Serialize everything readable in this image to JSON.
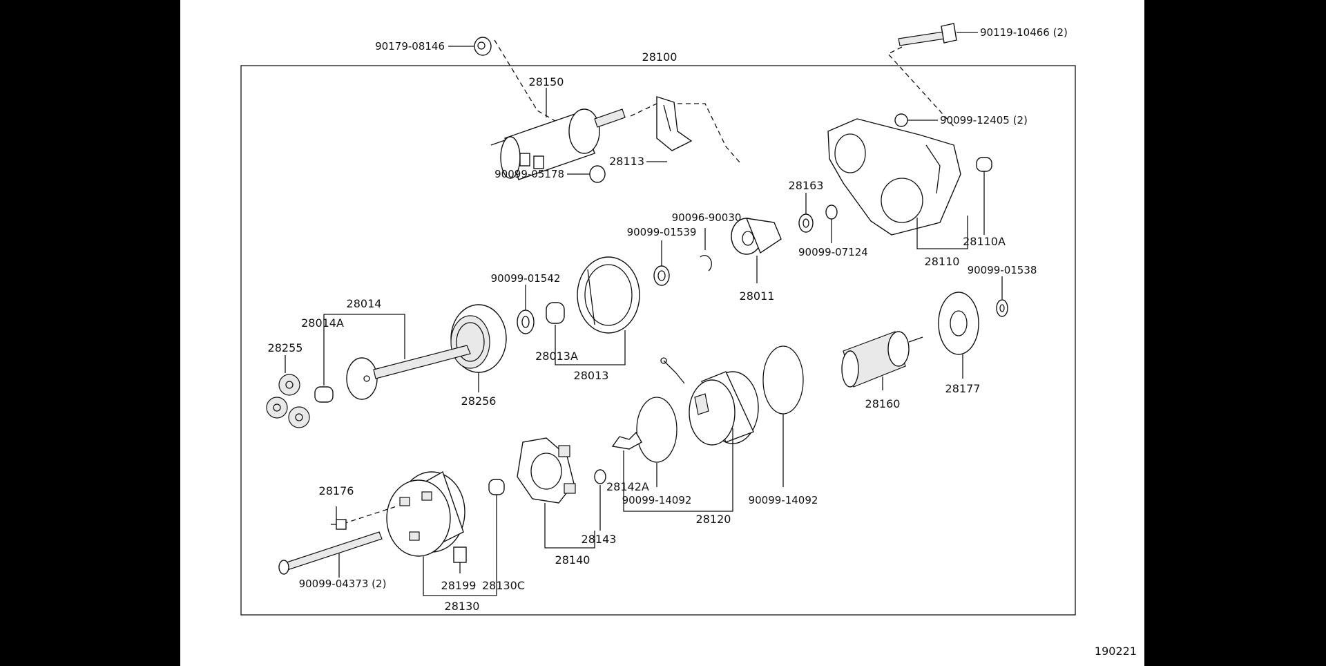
{
  "diagram": {
    "frame_label": "28100",
    "doc_number": "190221",
    "labels": {
      "p90179_08146": "90179-08146",
      "p90119_10466": "90119-10466 (2)",
      "p28150": "28150",
      "p90099_12405": "90099-12405 (2)",
      "p28113": "28113",
      "p90099_05178": "90099-05178",
      "p28163": "28163",
      "p90096_90030": "90096-90030",
      "p90099_01539": "90099-01539",
      "p28110A": "28110A",
      "p90099_07124": "90099-07124",
      "p28110": "28110",
      "p90099_01538": "90099-01538",
      "p90099_01542": "90099-01542",
      "p28011": "28011",
      "p28014": "28014",
      "p28014A": "28014A",
      "p28255": "28255",
      "p28013A": "28013A",
      "p28013": "28013",
      "p28256": "28256",
      "p28177": "28177",
      "p28160": "28160",
      "p28176": "28176",
      "p28142A": "28142A",
      "p90099_14092_a": "90099-14092",
      "p90099_14092_b": "90099-14092",
      "p28120": "28120",
      "p28143": "28143",
      "p28140": "28140",
      "p90099_04373": "90099-04373 (2)",
      "p28199": "28199",
      "p28130C": "28130C",
      "p28130": "28130"
    }
  }
}
